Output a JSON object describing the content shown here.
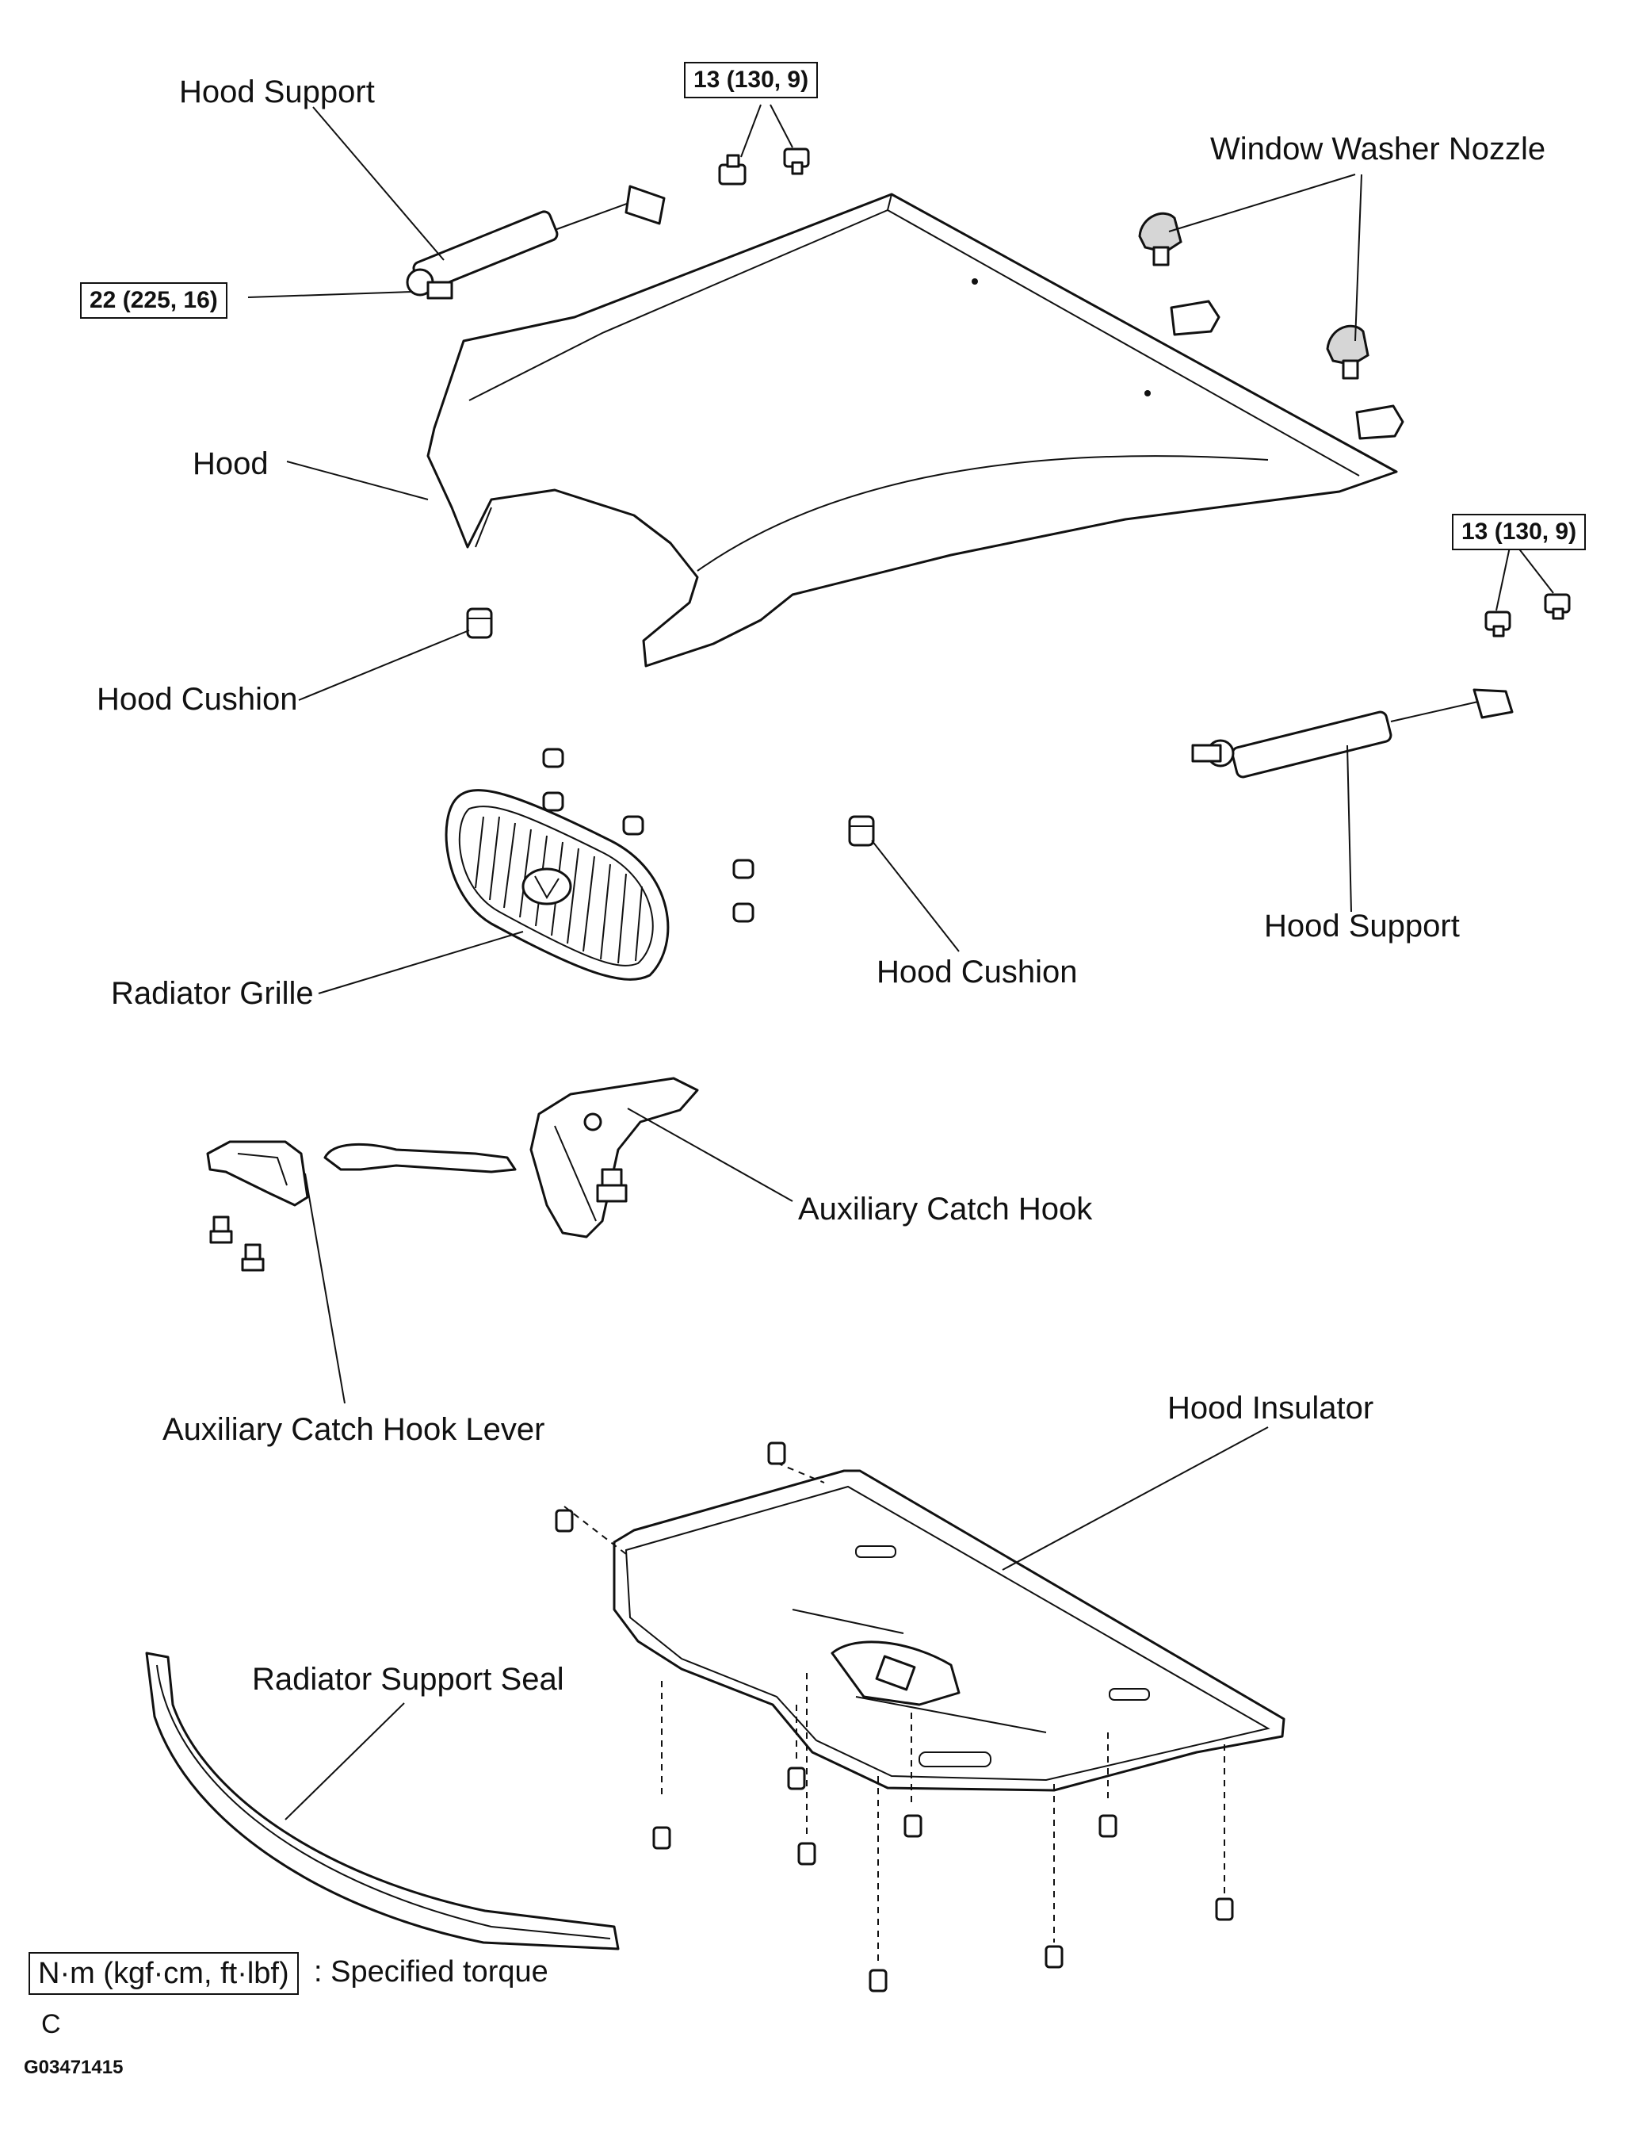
{
  "labels": {
    "hood_support_top": "Hood Support",
    "window_washer_nozzle": "Window Washer Nozzle",
    "hood": "Hood",
    "hood_cushion_left": "Hood Cushion",
    "hood_cushion_center": "Hood Cushion",
    "hood_support_right": "Hood Support",
    "radiator_grille": "Radiator Grille",
    "auxiliary_catch_hook": "Auxiliary Catch Hook",
    "auxiliary_catch_hook_lever": "Auxiliary Catch Hook Lever",
    "hood_insulator": "Hood Insulator",
    "radiator_support_seal": "Radiator Support Seal"
  },
  "torque_specs": {
    "top_center": "13 (130, 9)",
    "left_support": "22 (225, 16)",
    "right": "13 (130, 9)"
  },
  "legend": {
    "unit_box": "N·m (kgf·cm, ft·lbf)",
    "description": ": Specified torque"
  },
  "footer": {
    "letter": "C",
    "figure_code": "G03471415"
  }
}
